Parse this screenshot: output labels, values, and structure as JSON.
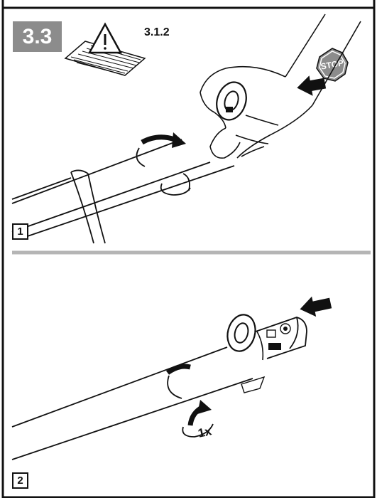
{
  "section": {
    "number": "3.3"
  },
  "warning": {
    "reference": "3.1.2",
    "icon": "manual-warning-icon"
  },
  "stop_sign": {
    "text": "STOP",
    "icon": "stop-sign-icon"
  },
  "steps": [
    {
      "number": "1"
    },
    {
      "number": "2"
    }
  ],
  "rotation": {
    "label": "1x"
  },
  "colors": {
    "badge": "#8c8c8c",
    "divider": "#b5b5b5",
    "line": "#111111"
  }
}
